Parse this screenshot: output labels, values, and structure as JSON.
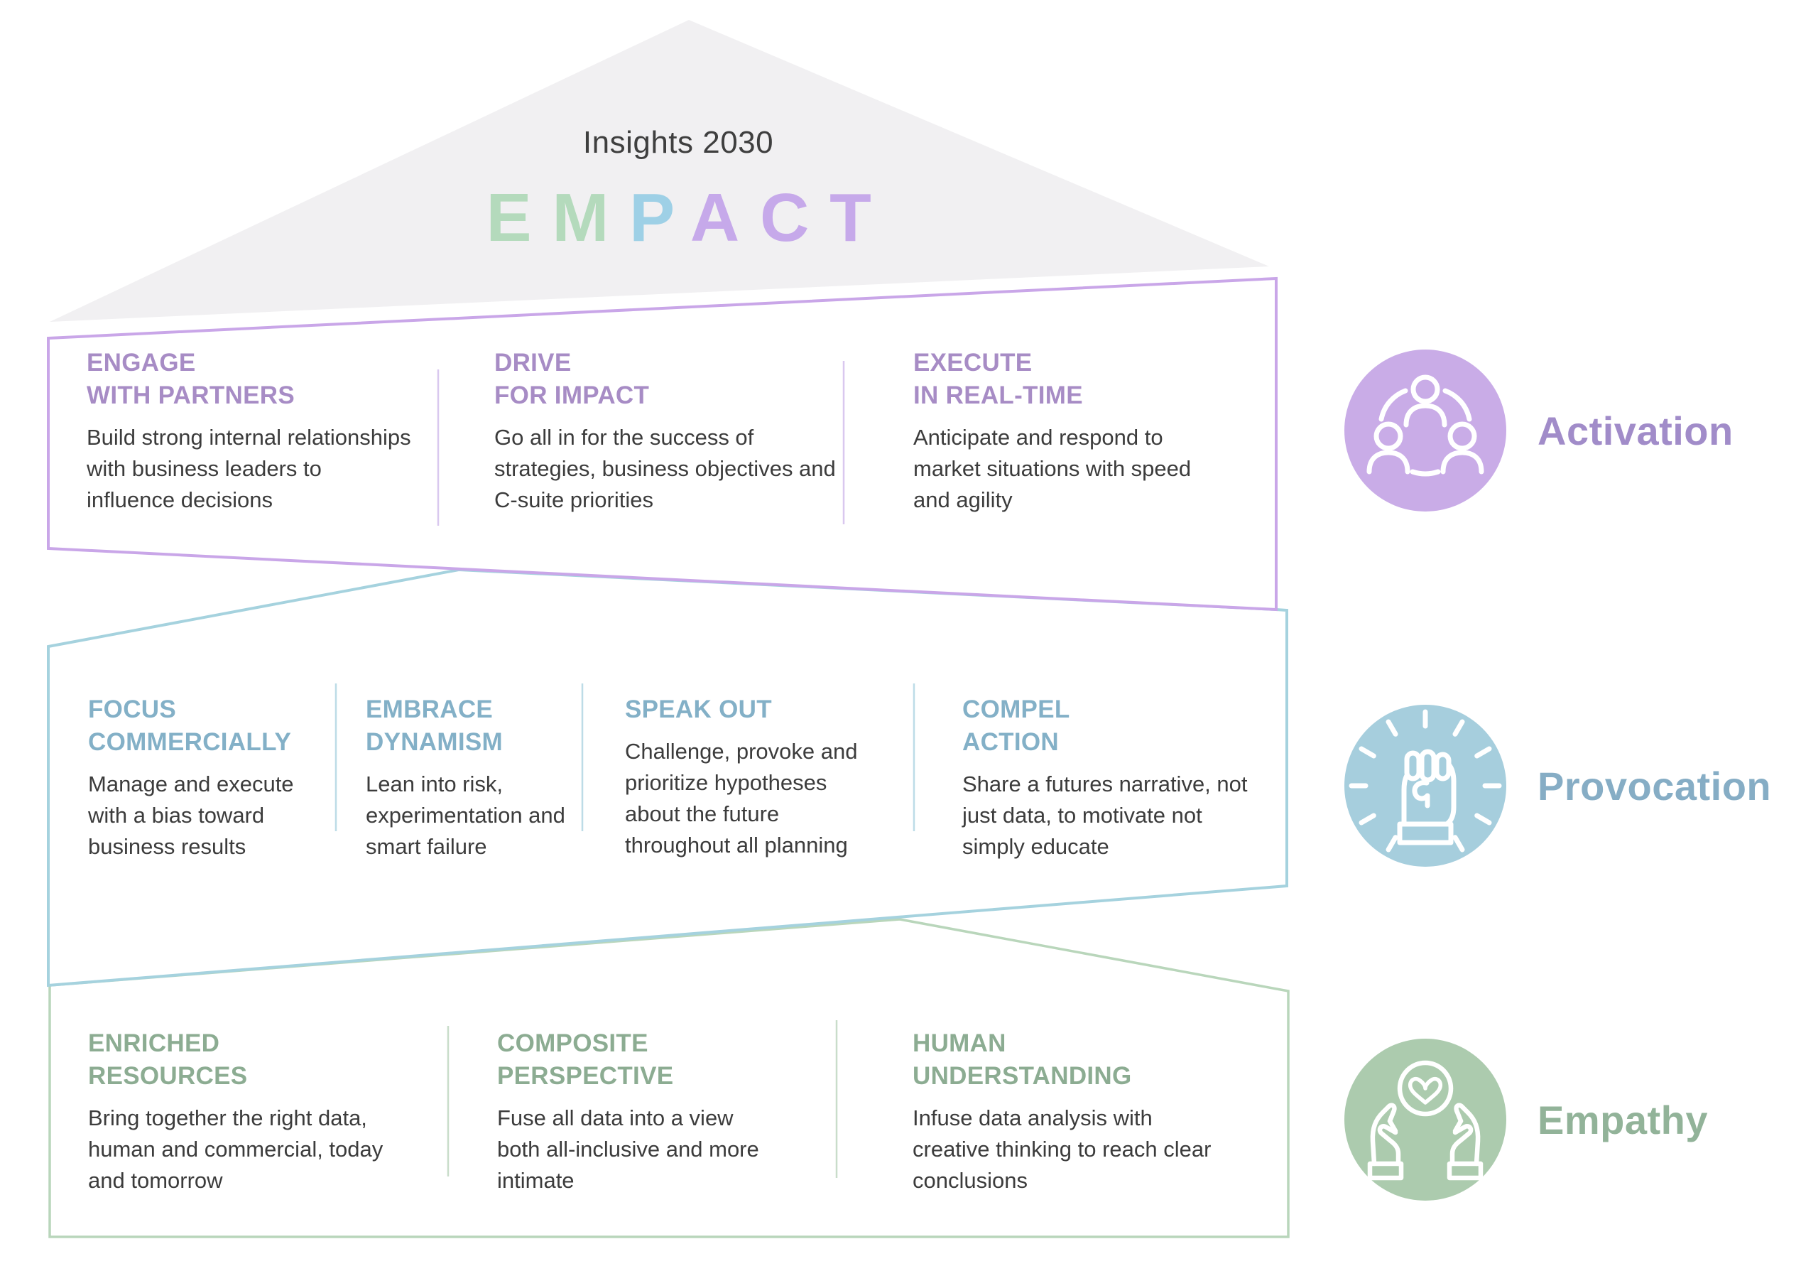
{
  "palette": {
    "triangle_fill": "#f1f0f2",
    "eyebrow_text": "#3f3f3f",
    "body_text": "#3c3c3c"
  },
  "header": {
    "eyebrow": "Insights 2030",
    "wordmark": [
      {
        "text": "EM",
        "color": "#b4dabc"
      },
      {
        "text": "P",
        "color": "#9ed0e6"
      },
      {
        "text": "ACT",
        "color": "#c6a9ea"
      }
    ]
  },
  "bands": [
    {
      "name": "Activation",
      "icon": "people-network-icon",
      "accent_heading": "#a78cc5",
      "accent_border": "#c9a6e8",
      "accent_divider": "#d9c8ef",
      "accent_label": "#a18cc9",
      "circle_fill": "#c9ace7",
      "columns": [
        {
          "heading": "ENGAGE\nWITH PARTNERS",
          "body": "Build strong internal relationships\nwith business leaders to\ninfluence decisions"
        },
        {
          "heading": "DRIVE\nFOR IMPACT",
          "body": "Go all in for the success of\nstrategies, business objectives and\nC-suite priorities"
        },
        {
          "heading": "EXECUTE\nIN REAL-TIME",
          "body": "Anticipate and respond to\nmarket situations with speed\nand agility"
        }
      ]
    },
    {
      "name": "Provocation",
      "icon": "raised-fist-icon",
      "accent_heading": "#83b0c7",
      "accent_border": "#a5d2de",
      "accent_divider": "#bddce7",
      "accent_label": "#86adc5",
      "circle_fill": "#a6cedd",
      "columns": [
        {
          "heading": "FOCUS\nCOMMERCIALLY",
          "body": "Manage and execute\nwith a bias toward\nbusiness results"
        },
        {
          "heading": "EMBRACE\nDYNAMISM",
          "body": "Lean into risk,\nexperimentation and\nsmart failure"
        },
        {
          "heading": "SPEAK OUT",
          "body": "Challenge, provoke and\nprioritize hypotheses\nabout the future\nthroughout all planning"
        },
        {
          "heading": "COMPEL\nACTION",
          "body": "Share a futures narrative, not\njust data, to motivate not\nsimply educate"
        }
      ]
    },
    {
      "name": "Empathy",
      "icon": "hands-heart-icon",
      "accent_heading": "#8cac92",
      "accent_border": "#b9d6bb",
      "accent_divider": "#c9ddca",
      "accent_label": "#92b399",
      "circle_fill": "#accbae",
      "columns": [
        {
          "heading": "ENRICHED\nRESOURCES",
          "body": "Bring together the right data,\nhuman and commercial, today\nand tomorrow"
        },
        {
          "heading": "COMPOSITE\nPERSPECTIVE",
          "body": "Fuse all data into a view\nboth all-inclusive and more\nintimate"
        },
        {
          "heading": "HUMAN\nUNDERSTANDING",
          "body": "Infuse data analysis with\ncreative thinking to reach clear\nconclusions"
        }
      ]
    }
  ]
}
